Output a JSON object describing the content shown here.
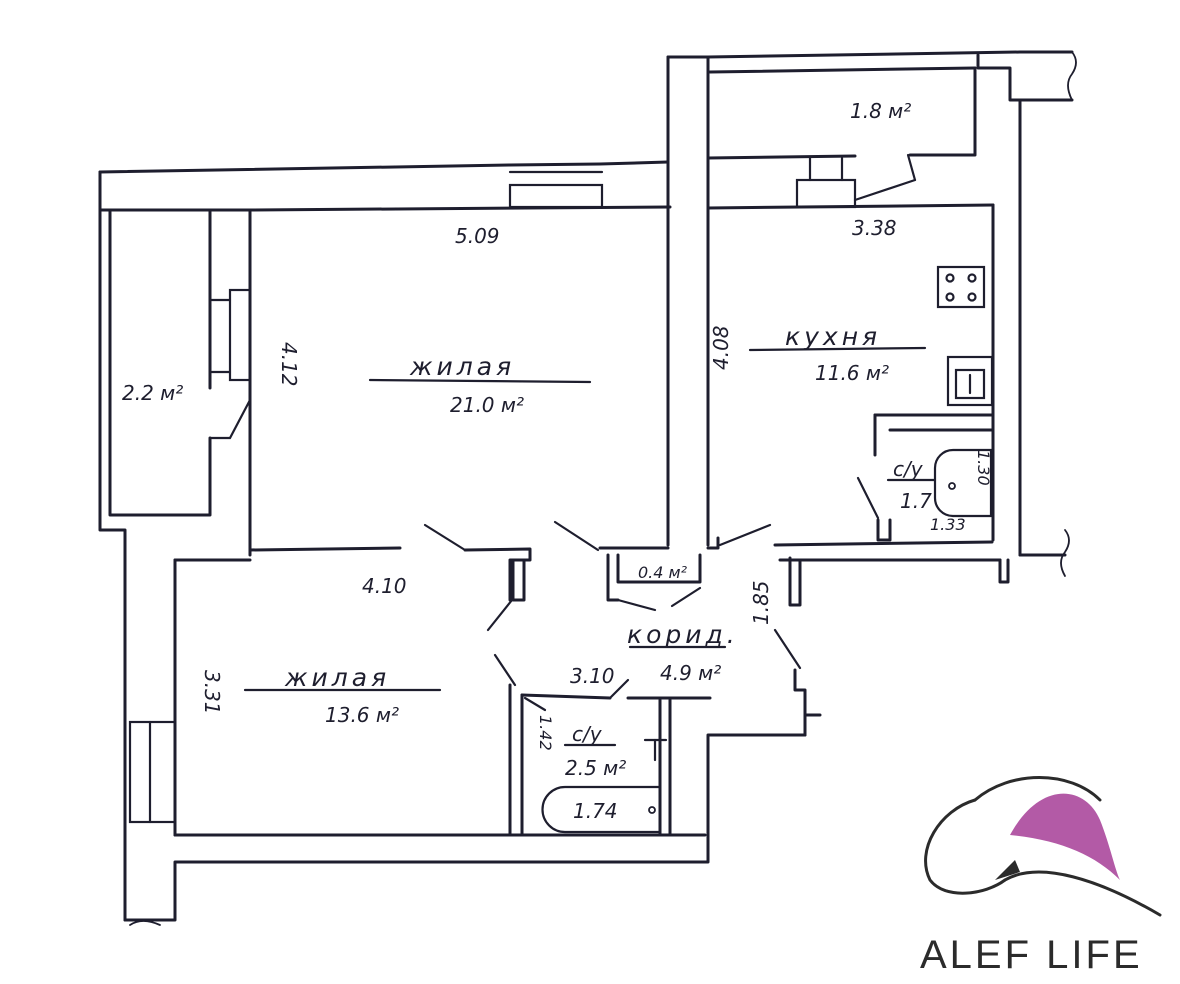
{
  "rooms": {
    "living_large": {
      "label": "жилая",
      "area": "21.0 м²"
    },
    "kitchen": {
      "label": "кухня",
      "area": "11.6 м²"
    },
    "living_small": {
      "label": "жилая",
      "area": "13.6 м²"
    },
    "corridor": {
      "label": "корид.",
      "area": "4.9 м²"
    },
    "bathroom": {
      "label": "с/у",
      "area": "2.5 м²"
    },
    "wc": {
      "label": "с/у",
      "area": "1.7"
    },
    "balcony_top": {
      "area": "1.8 м²"
    },
    "balcony_left": {
      "area": "2.2 м²"
    },
    "closet": {
      "area": "0.4 м²"
    }
  },
  "dimensions": {
    "d_509": "5.09",
    "d_338": "3.38",
    "d_412": "4.12",
    "d_408": "4.08",
    "d_410": "4.10",
    "d_331": "3.31",
    "d_310": "3.10",
    "d_185": "1.85",
    "d_142": "1.42",
    "d_174": "1.74",
    "d_133": "1.33",
    "d_130": "1.30"
  },
  "logo": {
    "text": "ALEF LIFE",
    "accent": "#b35aa6"
  }
}
